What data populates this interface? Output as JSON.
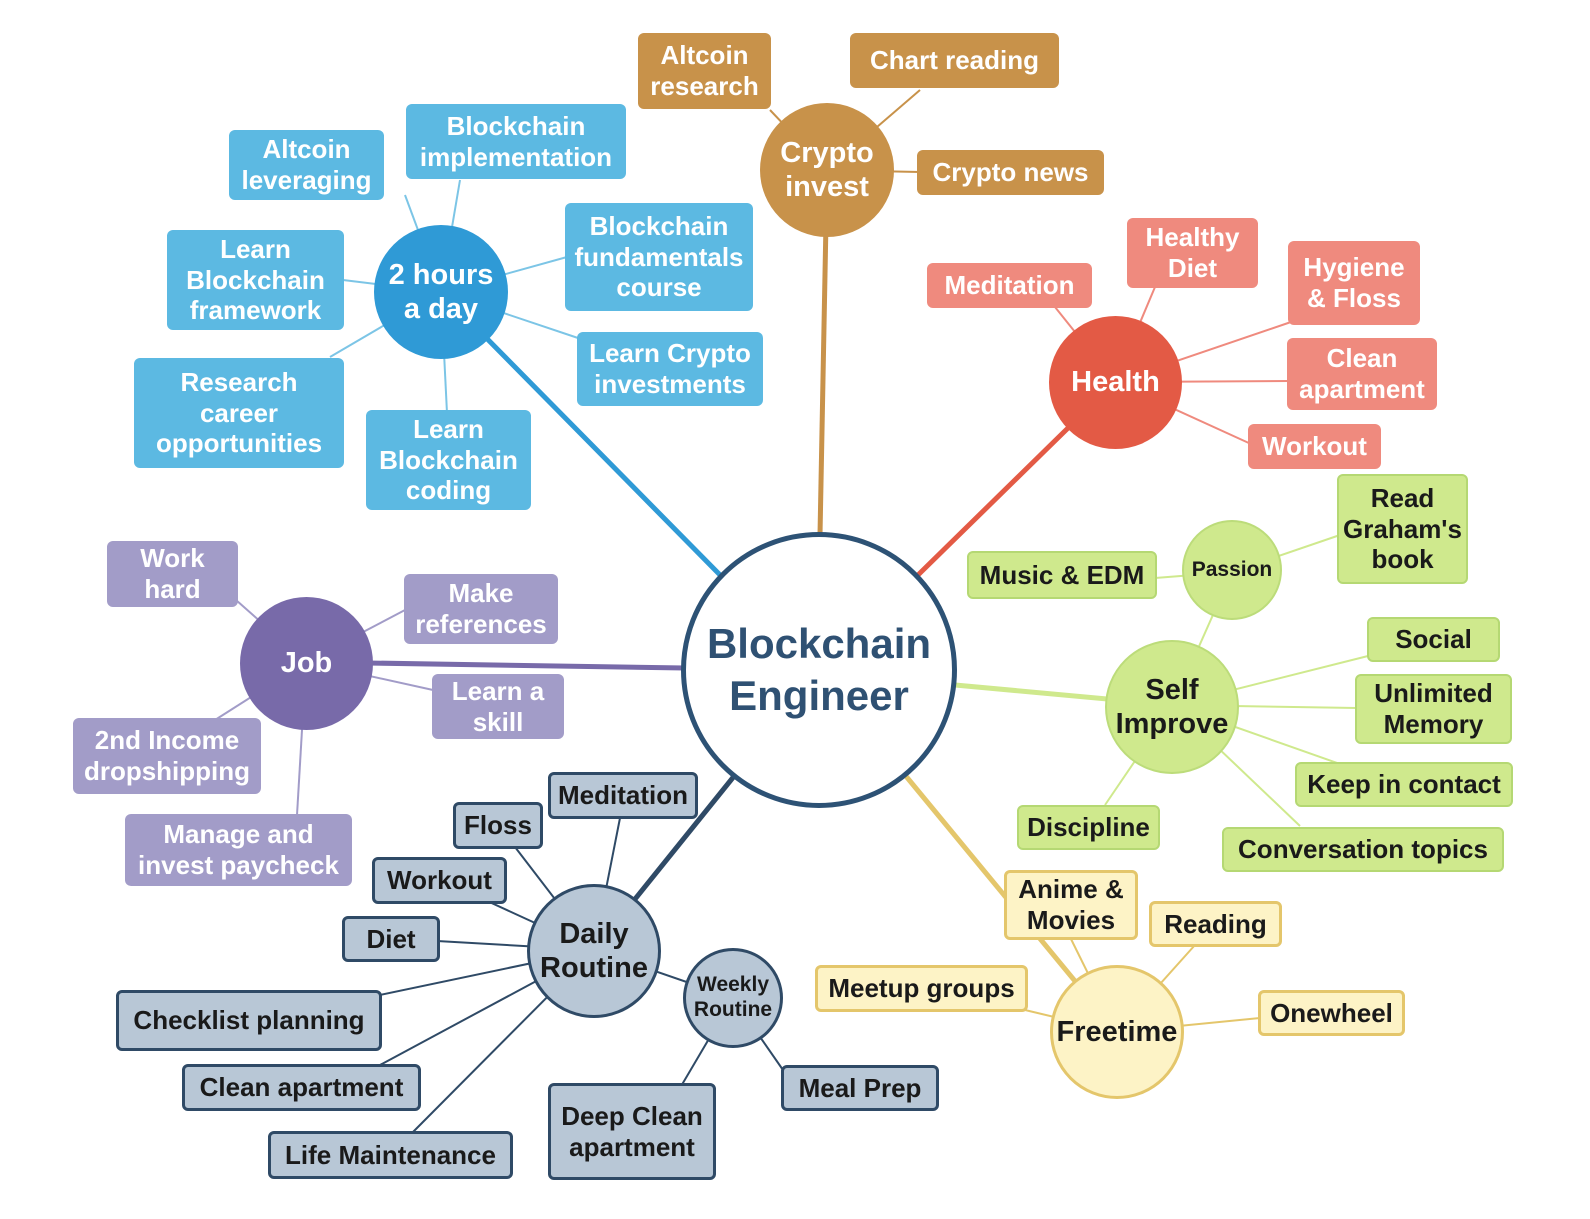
{
  "map": {
    "center": "Blockchain\nEngineer",
    "two_hours": {
      "label": "2 hours\na day",
      "color": "#2f9ad6",
      "children": [
        "Altcoin\nleveraging",
        "Blockchain\nimplementation",
        "Blockchain\nfundamentals\ncourse",
        "Learn Crypto\ninvestments",
        "Learn\nBlockchain\ncoding",
        "Research\ncareer\nopportunities",
        "Learn\nBlockchain\nframework"
      ]
    },
    "crypto": {
      "label": "Crypto\ninvest",
      "color": "#c8924a",
      "children": [
        "Altcoin\nresearch",
        "Chart reading",
        "Crypto news"
      ]
    },
    "health": {
      "label": "Health",
      "color": "#e35a45",
      "children": [
        "Meditation",
        "Healthy\nDiet",
        "Hygiene\n& Floss",
        "Clean\napartment",
        "Workout"
      ]
    },
    "self_improve": {
      "label": "Self\nImprove",
      "color": "#cfe98d",
      "passion": {
        "label": "Passion",
        "children": [
          "Music & EDM",
          "Read\nGraham's\nbook"
        ]
      },
      "children": [
        "Social",
        "Unlimited\nMemory",
        "Keep in contact",
        "Conversation topics",
        "Discipline"
      ]
    },
    "freetime": {
      "label": "Freetime",
      "color": "#fdf3c6",
      "children": [
        "Anime &\nMovies",
        "Reading",
        "Meetup groups",
        "Onewheel"
      ]
    },
    "job": {
      "label": "Job",
      "color": "#786aa9",
      "children": [
        "Work\nhard",
        "Make\nreferences",
        "Learn a\nskill",
        "2nd Income\ndropshipping",
        "Manage and\ninvest paycheck"
      ]
    },
    "daily": {
      "label": "Daily\nRoutine",
      "color": "#b8c7d6",
      "children": [
        "Meditation",
        "Floss",
        "Workout",
        "Diet",
        "Checklist planning",
        "Clean apartment",
        "Life Maintenance"
      ],
      "weekly": {
        "label": "Weekly\nRoutine",
        "children": [
          "Deep Clean\napartment",
          "Meal Prep"
        ]
      }
    }
  }
}
